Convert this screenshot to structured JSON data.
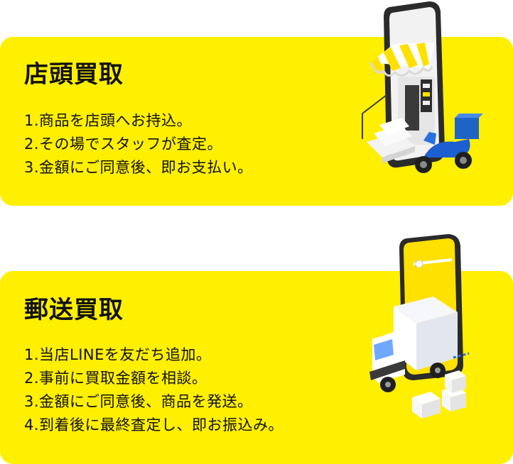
{
  "store_buyback": {
    "title": "店頭買取",
    "steps": [
      "1.商品を店頭へお持込。",
      "2.その場でスタッフが査定。",
      "3.金額にご同意後、即お支払い。"
    ],
    "illustration_icon": "storefront-phone-scooter-icon"
  },
  "mail_buyback": {
    "title": "郵送買取",
    "steps": [
      "1.当店LINEを友だち追加。",
      "2.事前に買取金額を相談。",
      "3.金額にご同意後、商品を発送。",
      "4.到着後に最終査定し、即お振込み。"
    ],
    "illustration_icon": "delivery-truck-phone-icon"
  },
  "colors": {
    "card_background": "#FFEF00",
    "text": "#111111",
    "page_background": "#FFFFFF"
  }
}
